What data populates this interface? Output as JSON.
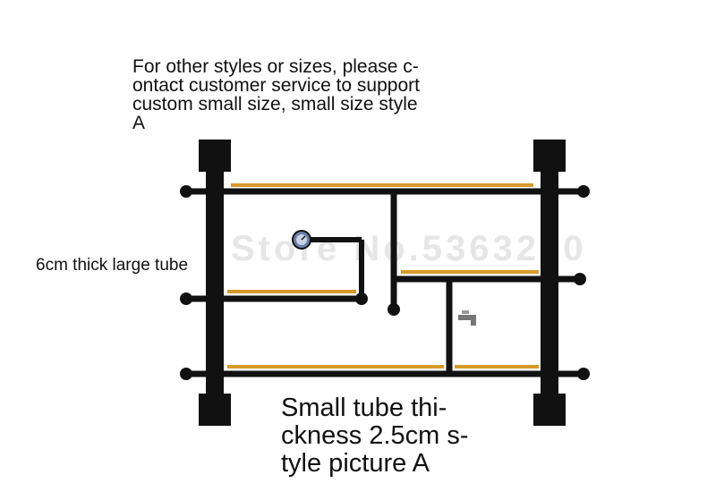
{
  "notes": {
    "top_note": "For other styles or sizes, please c-\nontact customer service to support\ncustom small size, small size style\nA",
    "large_tube_label": "6cm thick large tube",
    "caption": "Small tube thi-\nckness 2.5cm s-\ntyle picture A",
    "watermark": "Store No.5363260"
  },
  "colors": {
    "pipe": "#111111",
    "shelf": "#d89a2a",
    "gauge": "#6b7fa8",
    "faucet": "#777777"
  },
  "icons": {
    "gauge": "pressure-gauge-icon",
    "faucet": "faucet-icon"
  }
}
